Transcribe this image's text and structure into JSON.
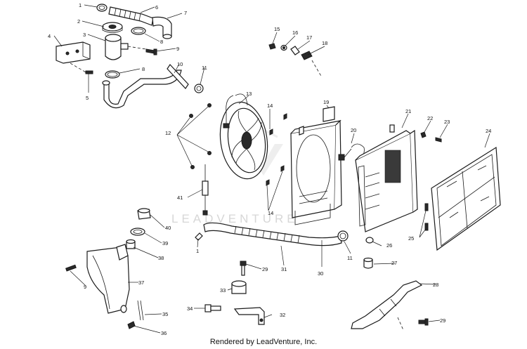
{
  "watermark": "LEADVENTURE",
  "credit": "Rendered by LeadVenture, Inc.",
  "callouts": [
    "1",
    "2",
    "3",
    "4",
    "5",
    "6",
    "7",
    "8",
    "8",
    "9",
    "10",
    "11",
    "12",
    "13",
    "14",
    "14",
    "15",
    "16",
    "17",
    "18",
    "19",
    "20",
    "21",
    "22",
    "23",
    "24",
    "25",
    "26",
    "27",
    "28",
    "29",
    "29",
    "30",
    "31",
    "32",
    "33",
    "34",
    "35",
    "36",
    "37",
    "38",
    "39",
    "40",
    "41",
    "1",
    "11",
    "9"
  ]
}
